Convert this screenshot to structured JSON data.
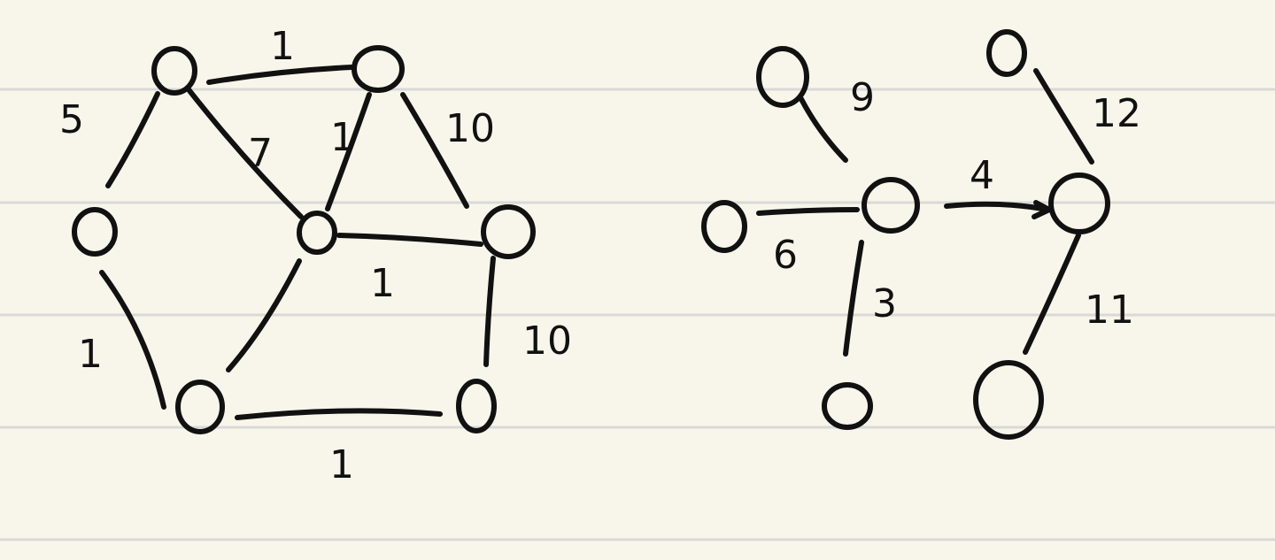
{
  "colors": {
    "paper": "#f8f6ea",
    "ink": "#111111",
    "rule": "#d9d9d9"
  },
  "graph_left": {
    "edge_weights": {
      "top_left_to_top_right": "1",
      "top_left_to_left": "5",
      "top_left_to_center": "7",
      "top_right_to_center": "1",
      "top_right_to_right": "10",
      "right_to_center": "1",
      "left_to_bottom_left": "1",
      "bottom_left_to_bottom_right": "1",
      "right_to_bottom_right": "10"
    }
  },
  "graph_right": {
    "edge_weights": {
      "a_to_c": "9",
      "d_to_c": "6",
      "c_to_e": "3",
      "c_to_f": "4",
      "b_to_f": "12",
      "f_to_g": "11"
    }
  }
}
